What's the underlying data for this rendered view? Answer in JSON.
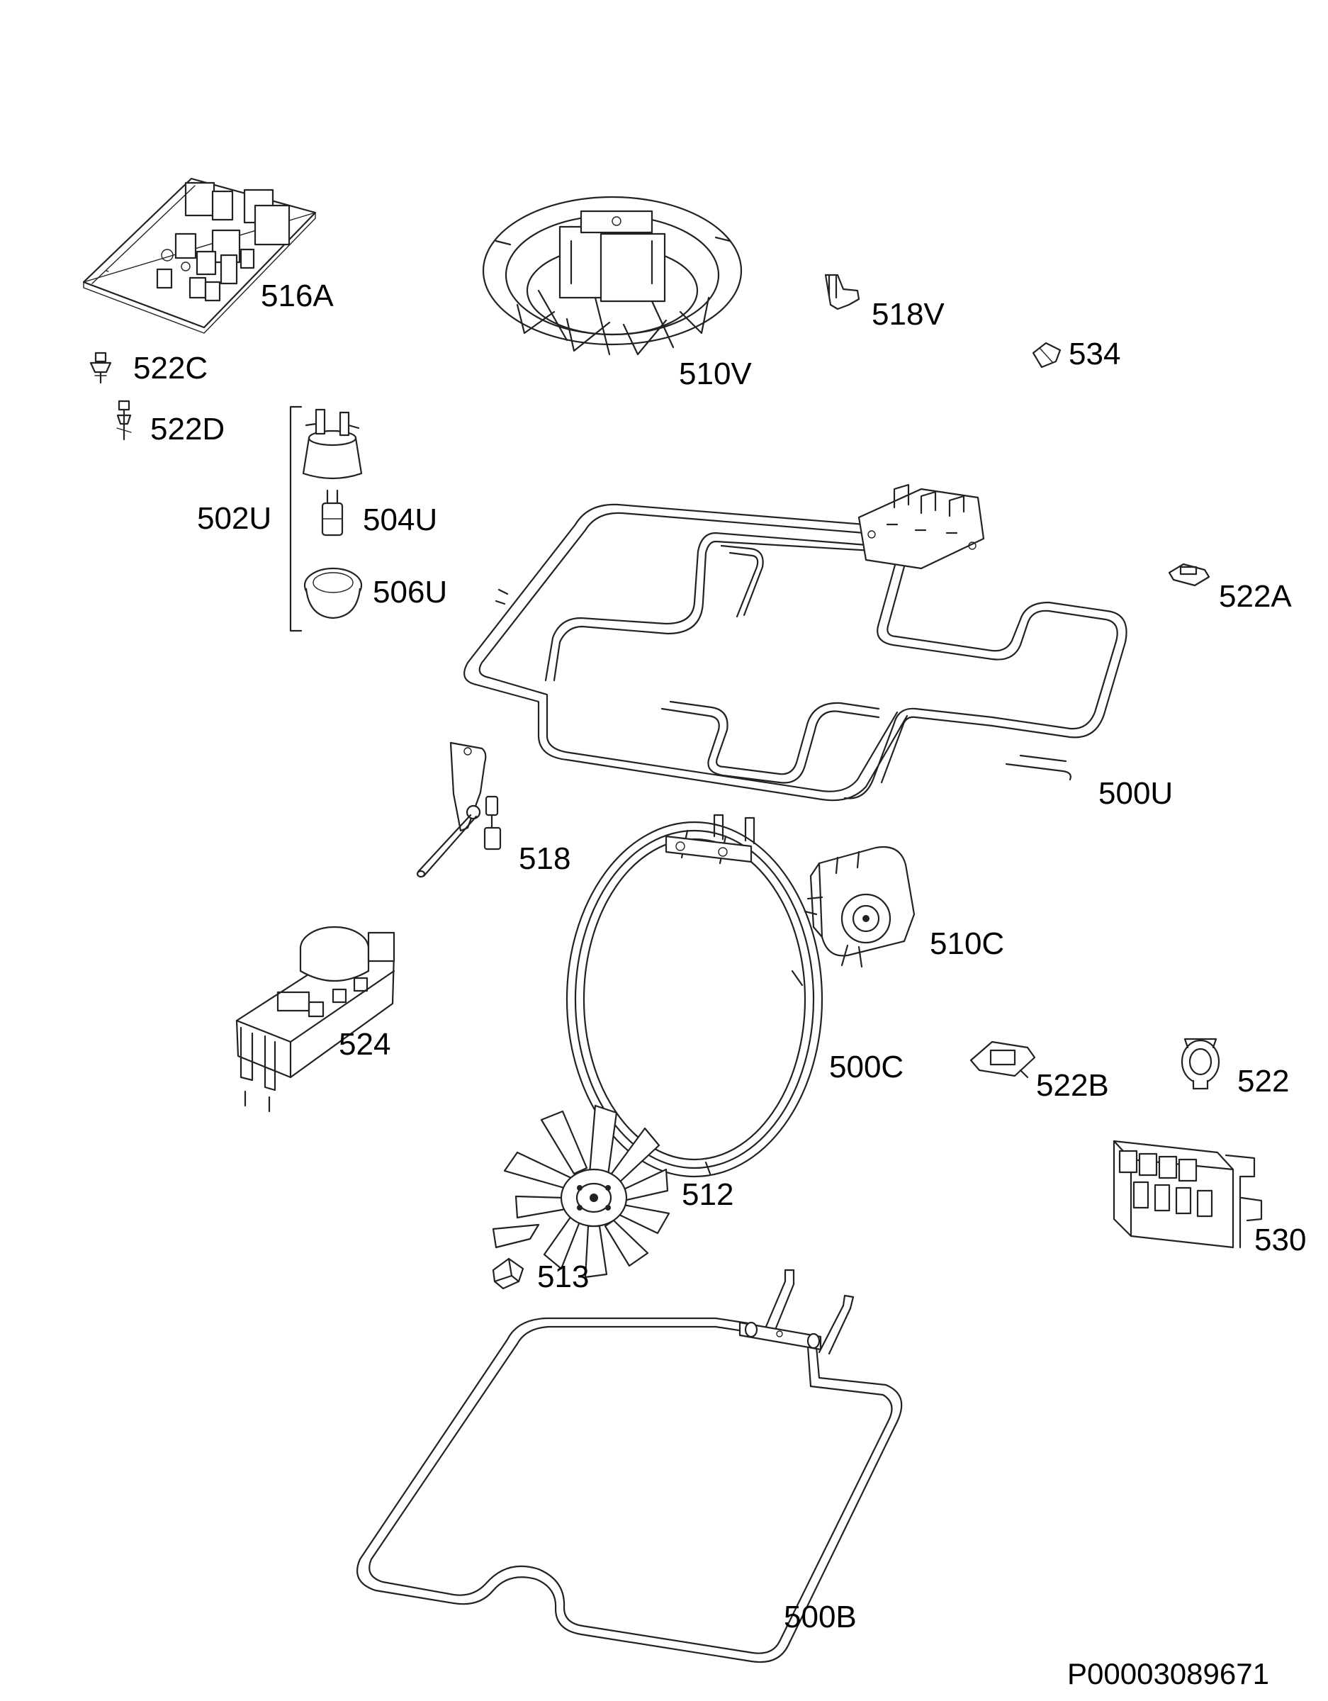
{
  "document_id": "P00003089671",
  "parts": [
    {
      "id": "p516A",
      "label": "516A",
      "icon": "control-board-icon"
    },
    {
      "id": "p522C",
      "label": "522C",
      "icon": "spring-clip-icon"
    },
    {
      "id": "p522D",
      "label": "522D",
      "icon": "spring-clip-icon"
    },
    {
      "id": "p502U",
      "label": "502U",
      "icon": "lamp-assembly-bracket-icon"
    },
    {
      "id": "p504U",
      "label": "504U",
      "icon": "lamp-bulb-icon"
    },
    {
      "id": "p506U",
      "label": "506U",
      "icon": "lamp-cover-icon"
    },
    {
      "id": "p510V",
      "label": "510V",
      "icon": "cooling-fan-motor-icon"
    },
    {
      "id": "p518V",
      "label": "518V",
      "icon": "thermostat-icon"
    },
    {
      "id": "p534",
      "label": "534",
      "icon": "nut-icon"
    },
    {
      "id": "p522A",
      "label": "522A",
      "icon": "bracket-icon"
    },
    {
      "id": "p500U",
      "label": "500U",
      "icon": "top-heating-element-icon"
    },
    {
      "id": "p518",
      "label": "518",
      "icon": "temperature-probe-icon"
    },
    {
      "id": "p510C",
      "label": "510C",
      "icon": "fan-motor-icon"
    },
    {
      "id": "p500C",
      "label": "500C",
      "icon": "ring-heating-element-icon"
    },
    {
      "id": "p524",
      "label": "524",
      "icon": "door-lock-icon"
    },
    {
      "id": "p522B",
      "label": "522B",
      "icon": "bracket-icon"
    },
    {
      "id": "p522",
      "label": "522",
      "icon": "clamp-icon"
    },
    {
      "id": "p530",
      "label": "530",
      "icon": "terminal-block-icon"
    },
    {
      "id": "p512",
      "label": "512",
      "icon": "fan-blade-icon"
    },
    {
      "id": "p513",
      "label": "513",
      "icon": "nut-icon"
    },
    {
      "id": "p500B",
      "label": "500B",
      "icon": "bottom-heating-element-icon"
    }
  ]
}
